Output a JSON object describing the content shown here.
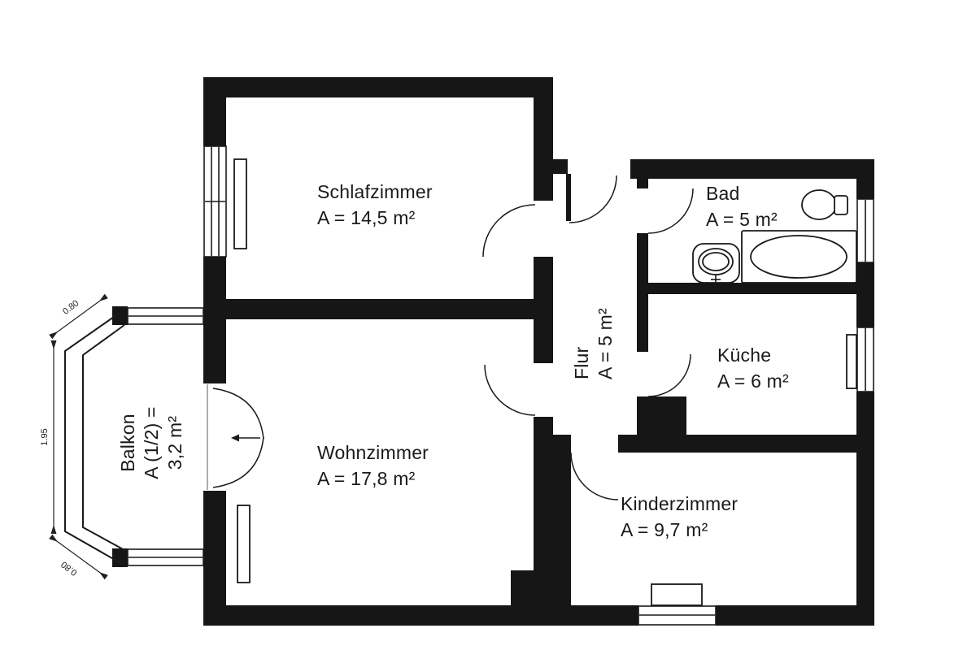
{
  "floorplan": {
    "rooms": [
      {
        "key": "schlafzimmer",
        "name": "Schlafzimmer",
        "area": "A = 14,5 m²"
      },
      {
        "key": "wohnzimmer",
        "name": "Wohnzimmer",
        "area": "A = 17,8 m²"
      },
      {
        "key": "kinderzimmer",
        "name": "Kinderzimmer",
        "area": "A = 9,7 m²"
      },
      {
        "key": "kueche",
        "name": "Küche",
        "area": "A = 6 m²"
      },
      {
        "key": "bad",
        "name": "Bad",
        "area": "A = 5 m²"
      },
      {
        "key": "flur",
        "name": "Flur",
        "area": "A = 5 m²"
      },
      {
        "key": "balkon",
        "name": "Balkon",
        "area_line1": "A (1/2) =",
        "area_line2": "3,2 m²"
      }
    ],
    "dimensions": {
      "top_bevel": "0.80",
      "left_side": "1.95",
      "bottom_bevel": "0.80"
    },
    "colors": {
      "wall": "#161616",
      "background": "#ffffff",
      "text": "#1a1a1a",
      "dimension": "#222222"
    }
  }
}
